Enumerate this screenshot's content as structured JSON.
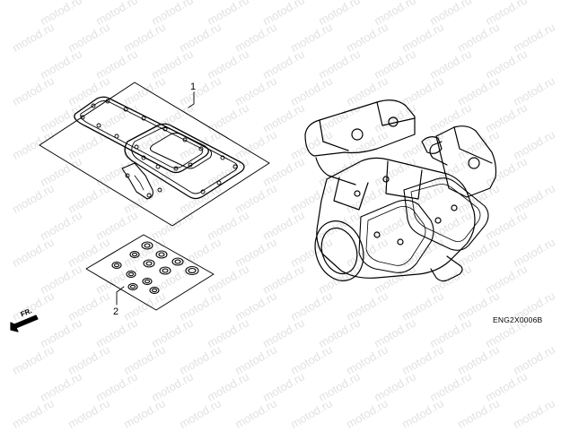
{
  "watermark": {
    "text": "motod.ru"
  },
  "callouts": [
    {
      "label": "1"
    },
    {
      "label": "2"
    }
  ],
  "direction_label": "FR.",
  "diagram_code": "ENG2X0006B",
  "icons": {
    "arrow": "front-direction-arrow-icon"
  }
}
